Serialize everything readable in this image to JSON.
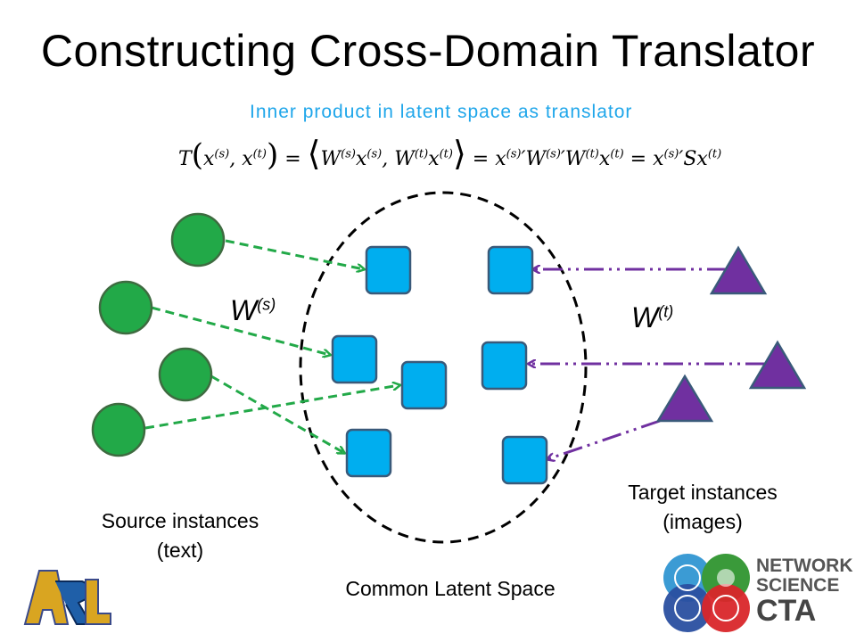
{
  "title": "Constructing Cross-Domain Translator",
  "subtitle": "Inner product in latent space as translator",
  "formula": {
    "text": "T(x^(s), x^(t)) = ⟨W^(s) x^(s), W^(t) x^(t)⟩ = x^(s)' W^(s)' W^(t) x^(t) = x^(s)' S x^(t)"
  },
  "labels": {
    "w_source": "W",
    "w_source_sup": "(s)",
    "w_target": "W",
    "w_target_sup": "(t)",
    "source_line1": "Source instances",
    "source_line2": "(text)",
    "target_line1": "Target instances",
    "target_line2": "(images)",
    "latent": "Common Latent Space"
  },
  "colors": {
    "source": "#22a948",
    "latent": "#00aeef",
    "target": "#7030a0"
  },
  "logos": {
    "arl": "ARL",
    "cta_line1": "NETWORK",
    "cta_line2": "SCIENCE",
    "cta_line3": "CTA"
  }
}
